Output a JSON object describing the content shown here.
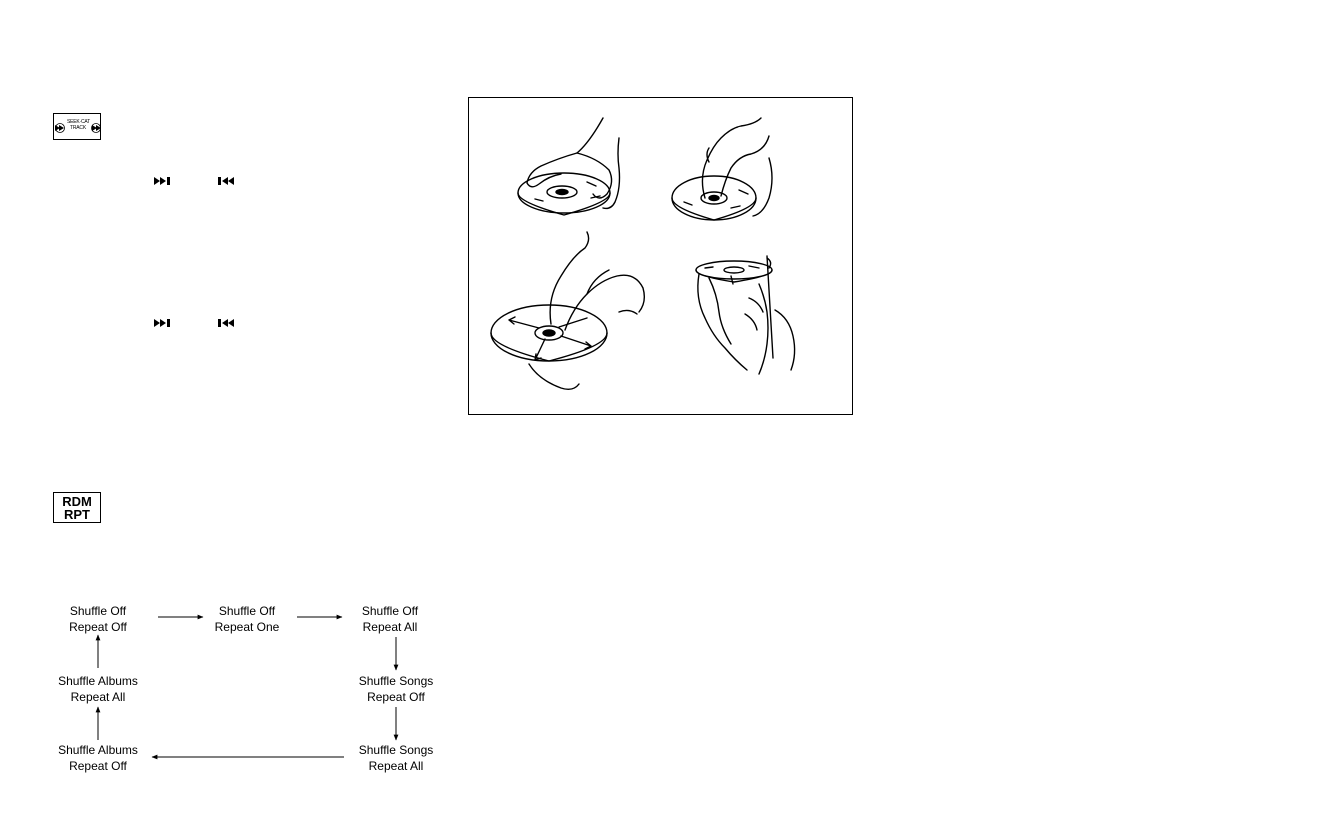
{
  "controls": {
    "seek_button": {
      "label_line1": "SEEK·CAT",
      "label_line2": "TRACK",
      "icon": "seek-track-button-icon"
    },
    "rdm_rpt_button": {
      "line1": "RDM",
      "line2": "RPT",
      "icon": "rdm-rpt-button-icon"
    },
    "next_icon": "skip-next-icon",
    "prev_icon": "skip-previous-icon"
  },
  "flow": {
    "n1": {
      "line1": "Shuffle Off",
      "line2": "Repeat Off"
    },
    "n2": {
      "line1": "Shuffle Off",
      "line2": "Repeat One"
    },
    "n3": {
      "line1": "Shuffle Off",
      "line2": "Repeat All"
    },
    "n4": {
      "line1": "Shuffle Songs",
      "line2": "Repeat Off"
    },
    "n5": {
      "line1": "Shuffle Songs",
      "line2": "Repeat All"
    },
    "n6": {
      "line1": "Shuffle Albums",
      "line2": "Repeat Off"
    },
    "n7": {
      "line1": "Shuffle Albums",
      "line2": "Repeat All"
    }
  },
  "figure": {
    "subject": "cd-handling-illustration",
    "colors": {
      "line": "#000000",
      "fill": "#ffffff"
    }
  }
}
